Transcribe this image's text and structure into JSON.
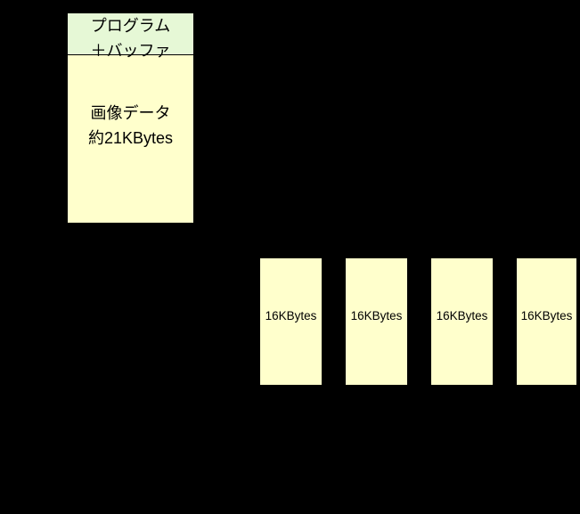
{
  "diagram": {
    "main_box": {
      "header": {
        "line1": "プログラム",
        "line2": "＋バッファ"
      },
      "body": {
        "line1": "画像データ",
        "line2": "約21KBytes"
      }
    },
    "banks": [
      {
        "label": "16KBytes"
      },
      {
        "label": "16KBytes"
      },
      {
        "label": "16KBytes"
      },
      {
        "label": "16KBytes"
      }
    ],
    "colors": {
      "background": "#000000",
      "box_fill_yellow": "#FFFFCC",
      "header_fill_green": "#E6F8D6",
      "border": "#000000",
      "text": "#000000"
    }
  }
}
